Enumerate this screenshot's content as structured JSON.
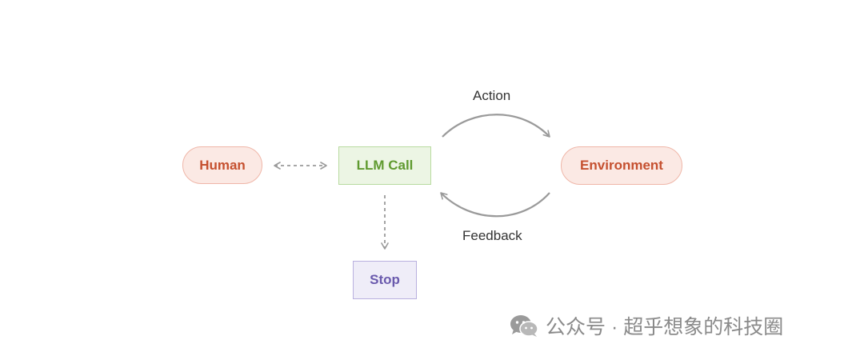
{
  "nodes": {
    "human": "Human",
    "llm_call": "LLM Call",
    "environment": "Environment",
    "stop": "Stop"
  },
  "edges": {
    "action": "Action",
    "feedback": "Feedback"
  },
  "watermark": {
    "icon": "wechat-icon",
    "text": "公众号 · 超乎想象的科技圈"
  },
  "colors": {
    "human_env_text": "#c5502f",
    "llm_text": "#5f9a2f",
    "stop_text": "#6a5aad",
    "arrow": "#9a9a9a"
  }
}
